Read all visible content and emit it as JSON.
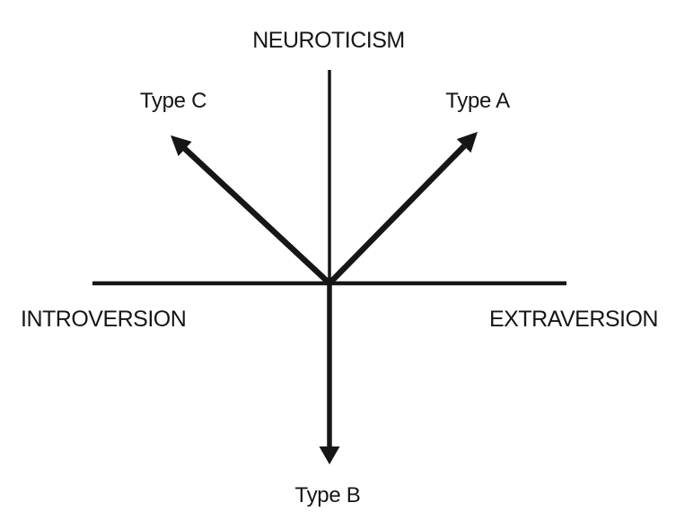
{
  "figure": {
    "background_color": "#ffffff",
    "ink_color": "#161616",
    "axes": {
      "vertical_top_label": "NEUROTICISM",
      "horizontal_left_label": "INTROVERSION",
      "horizontal_right_label": "EXTRAVERSION"
    },
    "arrows": [
      {
        "label": "Type C",
        "direction": "upper-left"
      },
      {
        "label": "Type A",
        "direction": "upper-right"
      },
      {
        "label": "Type B",
        "direction": "down"
      }
    ]
  }
}
